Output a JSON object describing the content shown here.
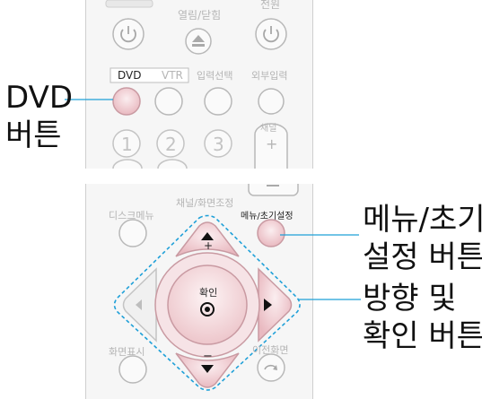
{
  "top_remote": {
    "label_open_close": "열림/닫힘",
    "label_power_right": "전원",
    "mode_buttons": [
      "DVD",
      "VTR"
    ],
    "label_input_select": "입력선택",
    "label_external_input": "외부입력",
    "label_channel": "채널",
    "numbers": [
      "1",
      "2",
      "3"
    ],
    "channel_plus": "+"
  },
  "bottom_remote": {
    "label_disc_menu": "디스크메뉴",
    "label_channel_screen": "채널/화면조정",
    "label_menu_reset": "메뉴/초기설정",
    "label_confirm": "확인",
    "label_plus": "+",
    "label_minus": "−",
    "label_display": "화면표시",
    "label_prev_screen": "이전화면"
  },
  "callouts": {
    "dvd_button": [
      "DVD",
      "버튼"
    ],
    "menu_reset_button": [
      "메뉴/초기",
      "설정 버튼"
    ],
    "direction_confirm_button": [
      "방향 및",
      "확인 버튼"
    ]
  },
  "colors": {
    "leader_line": "#1fa0d8",
    "highlight_dashed": "#1fa0d8",
    "pink_button": "#f3d7da",
    "grey_line": "#c8c8c8"
  }
}
